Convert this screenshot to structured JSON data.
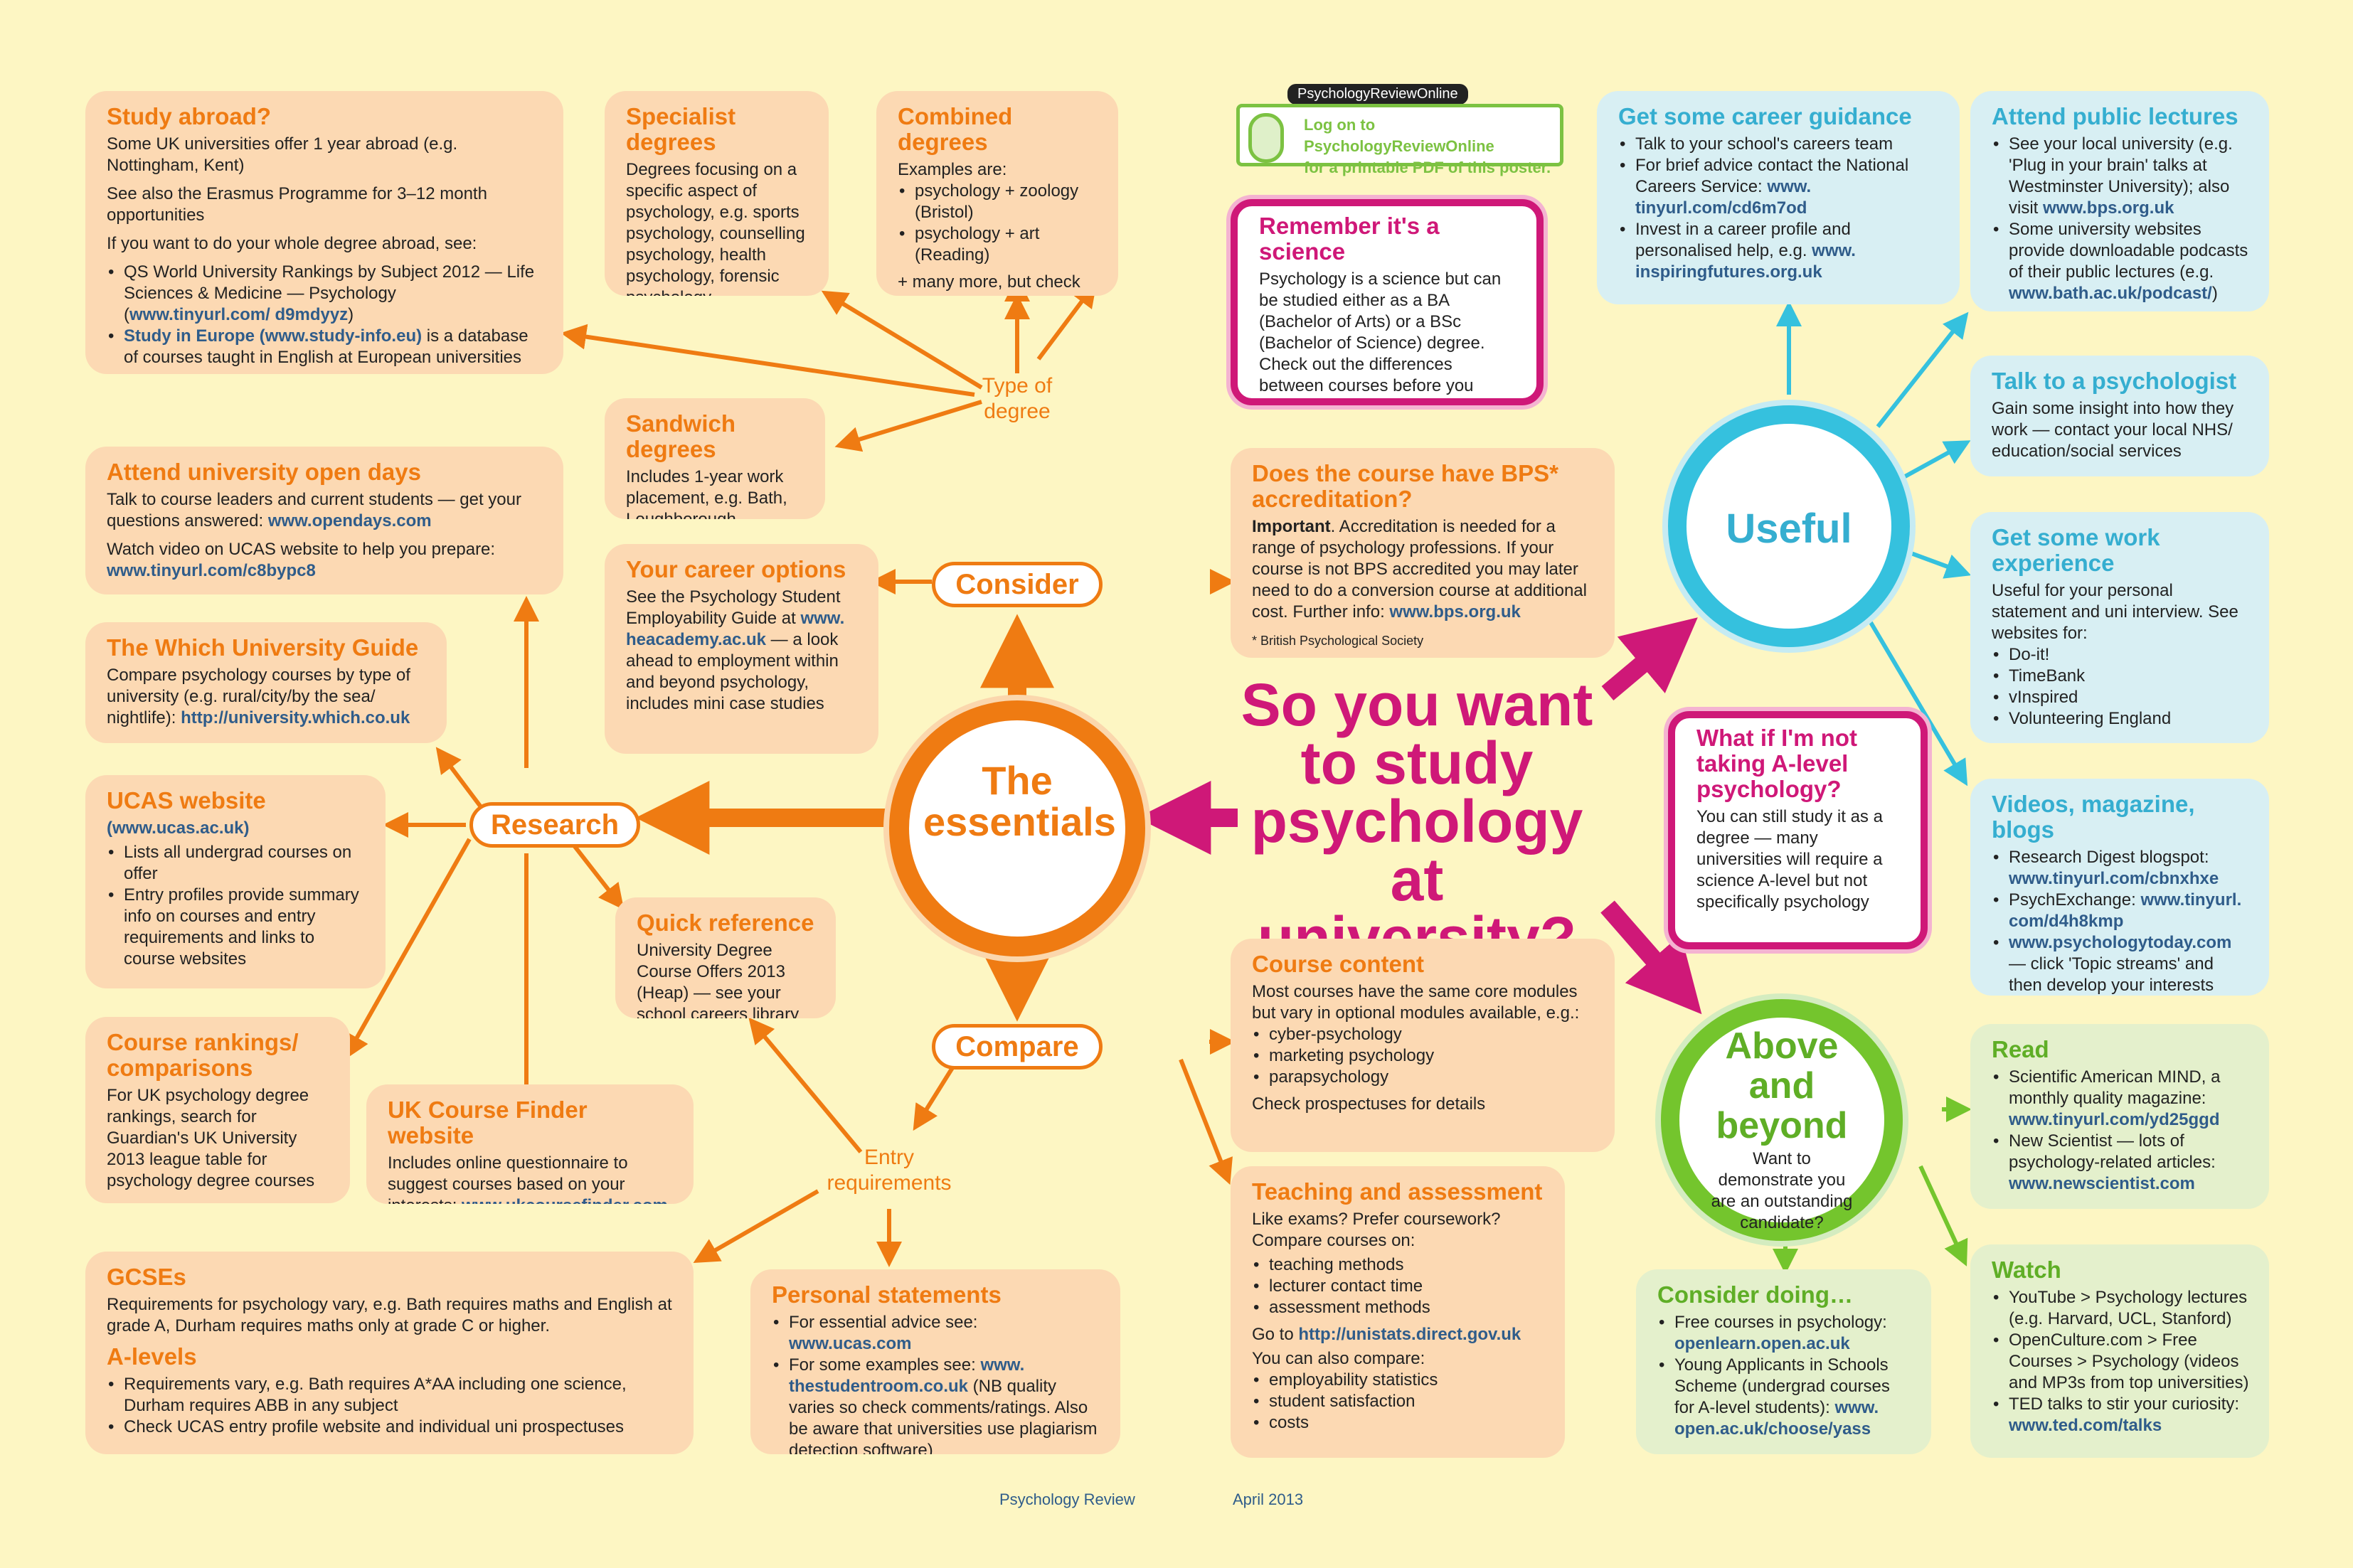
{
  "title": "So you want to study psychology at university?",
  "footer": {
    "left": "Psychology Review",
    "right": "April 2013"
  },
  "logo": {
    "badge": "PsychologyReviewOnline",
    "line1": "Log on to PsychologyReviewOnline",
    "line2": "for a printable PDF of this poster."
  },
  "hubs": {
    "essentials": "The essentials",
    "useful": "Useful",
    "above": "Above and beyond",
    "above_sub": "Want to demonstrate you are an outstanding candidate?"
  },
  "labels": {
    "consider": "Consider",
    "research": "Research",
    "compare": "Compare",
    "type_of_degree": "Type of degree",
    "entry": "Entry requirements"
  },
  "boxes": {
    "study_abroad": {
      "title": "Study abroad?",
      "p1": "Some UK universities offer 1 year abroad (e.g. Nottingham, Kent)",
      "p2": "See also the Erasmus Programme for 3–12 month opportunities",
      "p3": "If you want to do your whole degree abroad, see:",
      "li1": "QS World University Rankings by Subject 2012 — Life Sciences & Medicine — Psychology (",
      "li1_link": "www.tinyurl.com/ d9mdyyz",
      "li1_end": ")",
      "li2_link": "Study in Europe (www.study-info.eu)",
      "li2": " is a database of courses taught in English at European universities"
    },
    "specialist": {
      "title": "Specialist degrees",
      "p1": "Degrees focusing on a specific aspect of psychology, e.g. sports psychology, counselling psychology, health psychology, forensic psychology"
    },
    "combined": {
      "title": "Combined degrees",
      "p1": "Examples are:",
      "li1": "psychology + zoology (Bristol)",
      "li2": "psychology + art (Reading)",
      "p2": "+ many more, but check BPS accreditation status"
    },
    "sandwich": {
      "title": "Sandwich degrees",
      "p1": "Includes 1-year work placement, e.g. Bath, Loughborough"
    },
    "open_days": {
      "title": "Attend university open days",
      "p1": "Talk to course leaders and current students — get your questions answered:",
      "l1": "www.opendays.com",
      "p2": "Watch video on UCAS website to help you prepare:",
      "l2": "www.tinyurl.com/c8bypc8"
    },
    "which": {
      "title": "The Which University Guide",
      "p1": "Compare psychology courses by type of university (e.g. rural/city/by the sea/ nightlife):",
      "l1": "http://university.which.co.uk"
    },
    "ucas": {
      "title": "UCAS website",
      "l1": "(www.ucas.ac.uk)",
      "li1": "Lists all undergrad courses on offer",
      "li2": "Entry profiles provide summary info on courses and entry requirements and links to course websites"
    },
    "rankings": {
      "title": "Course rankings/ comparisons",
      "p1": "For UK psychology degree rankings, search for Guardian's UK University 2013 league table for psychology degree courses"
    },
    "finder": {
      "title": "UK Course Finder website",
      "p1": "Includes online questionnaire to suggest courses based on your interests:",
      "l1": "www.ukcoursefinder.com"
    },
    "career": {
      "title": "Your career options",
      "p1": "See the Psychology Student Employability Guide at",
      "l1": "www. heacademy.ac.uk",
      "p2": " — a look ahead to employment within and beyond psychology, includes mini case studies"
    },
    "quick": {
      "title": "Quick reference",
      "p1": "University Degree Course Offers 2013 (Heap) — see your school careers library"
    },
    "gcses": {
      "title": "GCSEs",
      "p1": "Requirements for psychology vary, e.g. Bath requires maths and English at grade A, Durham requires maths only at grade C or higher.",
      "t2": "A-levels",
      "li1": "Requirements vary, e.g. Bath requires A*AA including one science, Durham requires ABB in any subject",
      "li2": "Check UCAS entry profile website and individual uni prospectuses"
    },
    "personal": {
      "title": "Personal statements",
      "li1": "For essential advice see:",
      "li1_l": "www.ucas.com",
      "li2": "For some examples see:",
      "li2_l": "www. thestudentroom.co.uk",
      "li2_end": " (NB quality varies so check comments/ratings. Also be aware that universities use plagiarism detection software)"
    },
    "science": {
      "title": "Remember it's a science",
      "p1": "Psychology is a science but can be studied either as a BA (Bachelor of Arts) or a BSc (Bachelor of Science) degree. Check out the differences between courses before you apply."
    },
    "bps": {
      "title": "Does the course have BPS* accreditation?",
      "bold": "Important",
      "p1": ". Accreditation is needed for a range of psychology professions. If your course is not BPS accredited you may later need to do a conversion course at additional cost. Further info:",
      "l1": "www.bps.org.uk",
      "note": "* British Psychological Society"
    },
    "content": {
      "title": "Course content",
      "p1": "Most courses have the same core modules but vary in optional modules available, e.g.:",
      "li1": "cyber-psychology",
      "li2": "marketing psychology",
      "li3": "parapsychology",
      "p2": "Check prospectuses for details"
    },
    "teaching": {
      "title": "Teaching and assessment",
      "p1": "Like exams? Prefer coursework? Compare courses on:",
      "li1": "teaching methods",
      "li2": "lecturer contact time",
      "li3": "assessment methods",
      "p2": "Go to",
      "l1": "http://unistats.direct.gov.uk",
      "p3": "You can also compare:",
      "li4": "employability statistics",
      "li5": "student satisfaction",
      "li6": "costs"
    },
    "alevel": {
      "title": "What if I'm not taking A-level psychology?",
      "p1": "You can still study it as a degree — many universities will require a science A-level but not specifically psychology"
    },
    "guidance": {
      "title": "Get some career guidance",
      "li1": "Talk to your school's careers team",
      "li2": "For brief advice contact the National Careers Service:",
      "li2_l": "www. tinyurl.com/cd6m7od",
      "li3": "Invest in a career profile and personalised help, e.g.",
      "li3_l": "www. inspiringfutures.org.uk"
    },
    "lectures": {
      "title": "Attend public lectures",
      "li1": "See your local university (e.g. 'Plug in your brain' talks at Westminster University); also visit",
      "li1_l": "www.bps.org.uk",
      "li2": "Some university websites provide downloadable podcasts of their public lectures (e.g.",
      "li2_l": "www.bath.ac.uk/podcast/",
      "li2_end": ")"
    },
    "psychologist": {
      "title": "Talk to a psychologist",
      "p1": "Gain some insight into how they work — contact your local NHS/ education/social services"
    },
    "work": {
      "title": "Get some work experience",
      "p1": "Useful for your personal statement and uni interview. See websites for:",
      "li1": "Do-it!",
      "li2": "TimeBank",
      "li3": "vInspired",
      "li4": "Volunteering England"
    },
    "videos": {
      "title": "Videos, magazine, blogs",
      "li1": "Research Digest blogspot:",
      "li1_l": "www.tinyurl.com/cbnxhxe",
      "li2": "PsychExchange:",
      "li2_l": "www.tinyurl. com/d4h8kmp",
      "li3_l": "www.psychologytoday.com",
      "li3": " — click 'Topic streams' and then develop your interests further"
    },
    "read": {
      "title": "Read",
      "li1": "Scientific American MIND, a monthly quality magazine:",
      "li1_l": "www.tinyurl.com/yd25ggd",
      "li2": "New Scientist — lots of psychology-related articles:",
      "li2_l": "www.newscientist.com"
    },
    "consider_doing": {
      "title": "Consider doing…",
      "li1": "Free courses in psychology:",
      "li1_l": "openlearn.open.ac.uk",
      "li2": "Young Applicants in Schools Scheme (undergrad courses for A-level students):",
      "li2_l": "www. open.ac.uk/choose/yass"
    },
    "watch": {
      "title": "Watch",
      "li1": "YouTube > Psychology lectures (e.g. Harvard, UCL, Stanford)",
      "li2": "OpenCulture.com > Free Courses > Psychology (videos and MP3s from top universities)",
      "li3": "TED talks to stir your curiosity:",
      "li3_l": "www.ted.com/talks"
    }
  }
}
